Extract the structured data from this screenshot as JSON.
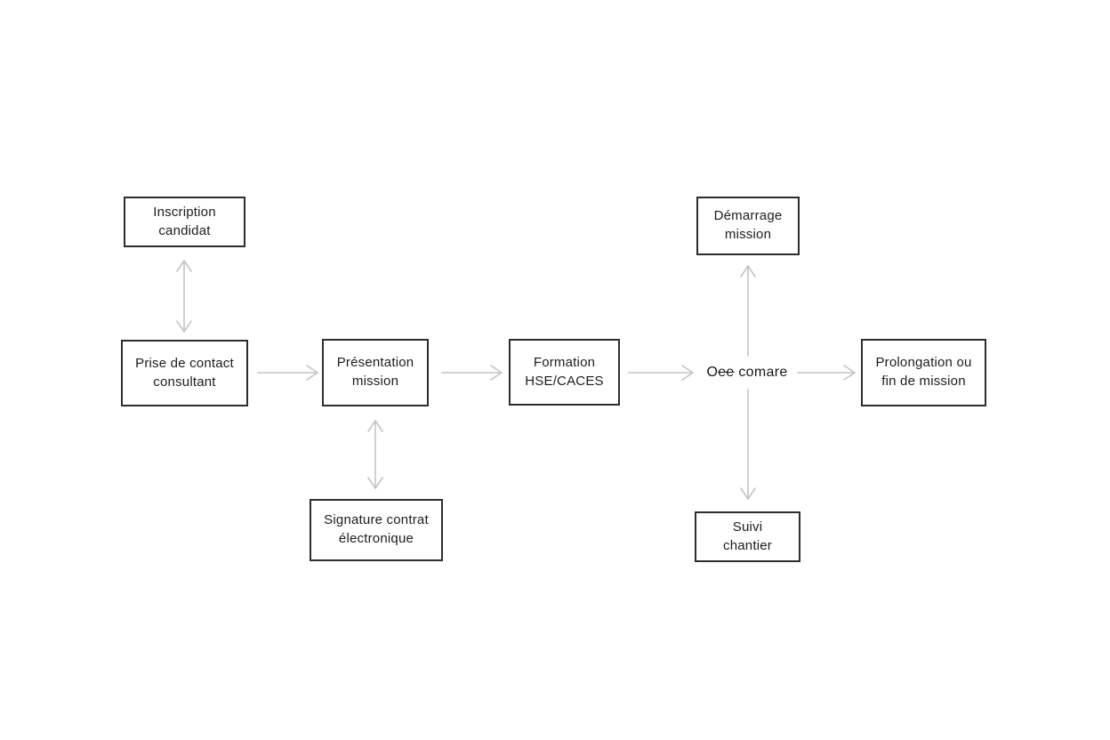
{
  "diagram": {
    "title": "recruitment-mission-flowchart",
    "background_color": "#ffffff",
    "box_border_color": "#2d2d2d",
    "box_fill_color": "#ffffff",
    "text_color": "#1c1c1c",
    "arrow_color": "#c4c4c4",
    "nodes": {
      "inscription": {
        "label": "Inscription\ncandidat"
      },
      "prise": {
        "label": "Prise de contact\nconsultant"
      },
      "presentation": {
        "label": "Présentation\nmission"
      },
      "formation": {
        "label": "Formation\nHSE/CACES"
      },
      "prolongation": {
        "label": "Prolongation ou\nfin de mission"
      },
      "demarrage": {
        "label": "Démarrage\nmission"
      },
      "suivi": {
        "label": "Suivi\nchantier"
      },
      "signature": {
        "label": "Signature contrat\nélectronique"
      }
    },
    "center_label": {
      "prefix": "O",
      "struck": "ee",
      "rest": " comare"
    },
    "arrows": [
      {
        "name": "inscription-prise",
        "type": "vertical-double"
      },
      {
        "name": "prise-to-presentation",
        "type": "horizontal-right"
      },
      {
        "name": "presentation-to-formation",
        "type": "horizontal-right"
      },
      {
        "name": "formation-to-center",
        "type": "horizontal-right"
      },
      {
        "name": "center-to-prolongation",
        "type": "horizontal-right"
      },
      {
        "name": "center-to-demarrage",
        "type": "vertical-up"
      },
      {
        "name": "center-to-suivi",
        "type": "vertical-down"
      },
      {
        "name": "presentation-signature",
        "type": "vertical-double"
      }
    ]
  }
}
